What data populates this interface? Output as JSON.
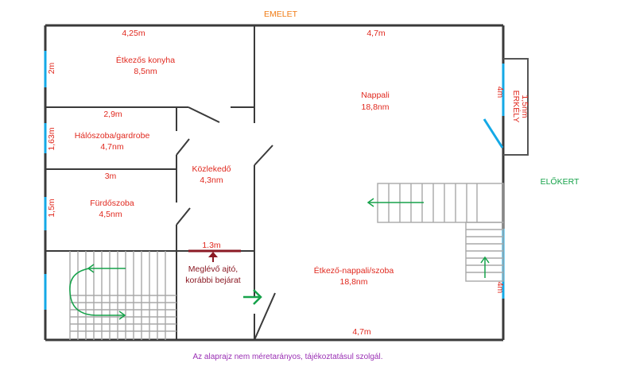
{
  "header": {
    "floor_label": "EMELET",
    "garden_label": "ELŐKERT"
  },
  "footnote": "Az alaprajz nem méretarányos, tájékoztatásul szolgál.",
  "rooms": {
    "kitchen": {
      "name": "Étkezős konyha",
      "area": "8,5nm"
    },
    "bedroom": {
      "name": "Hálószoba/gardrobe",
      "area": "4,7nm"
    },
    "bathroom": {
      "name": "Fürdőszoba",
      "area": "4,5nm"
    },
    "corridor": {
      "name": "Közlekedő",
      "area": "4,3nm"
    },
    "living": {
      "name": "Nappali",
      "area": "18,8nm"
    },
    "dining": {
      "name": "Étkező-nappali/szoba",
      "area": "18,8nm"
    },
    "balcony": {
      "name": "ERKÉLY",
      "area": "1,5nm"
    }
  },
  "dimensions": {
    "kitchen_width": "4,25m",
    "living_width": "4,7m",
    "bedroom_width": "2,9m",
    "bathroom_width": "3m",
    "door_width": "1.3m",
    "dining_width": "4,7m",
    "kitchen_height": "2m",
    "bedroom_height": "1,63m",
    "bathroom_height": "1,5m",
    "balcony_side": "4m",
    "dining_side": "4m"
  },
  "annotations": {
    "door_line1": "Meglévő ajtó,",
    "door_line2": "korábbi bejárat"
  },
  "colors": {
    "wall": "#3a3a3a",
    "label_red": "#e0281e",
    "heading_orange": "#f07a12",
    "garden_green": "#16a24a",
    "window_blue": "#14a9e6",
    "door_dark_red": "#8b1a24",
    "note_purple": "#9a2fb4"
  }
}
